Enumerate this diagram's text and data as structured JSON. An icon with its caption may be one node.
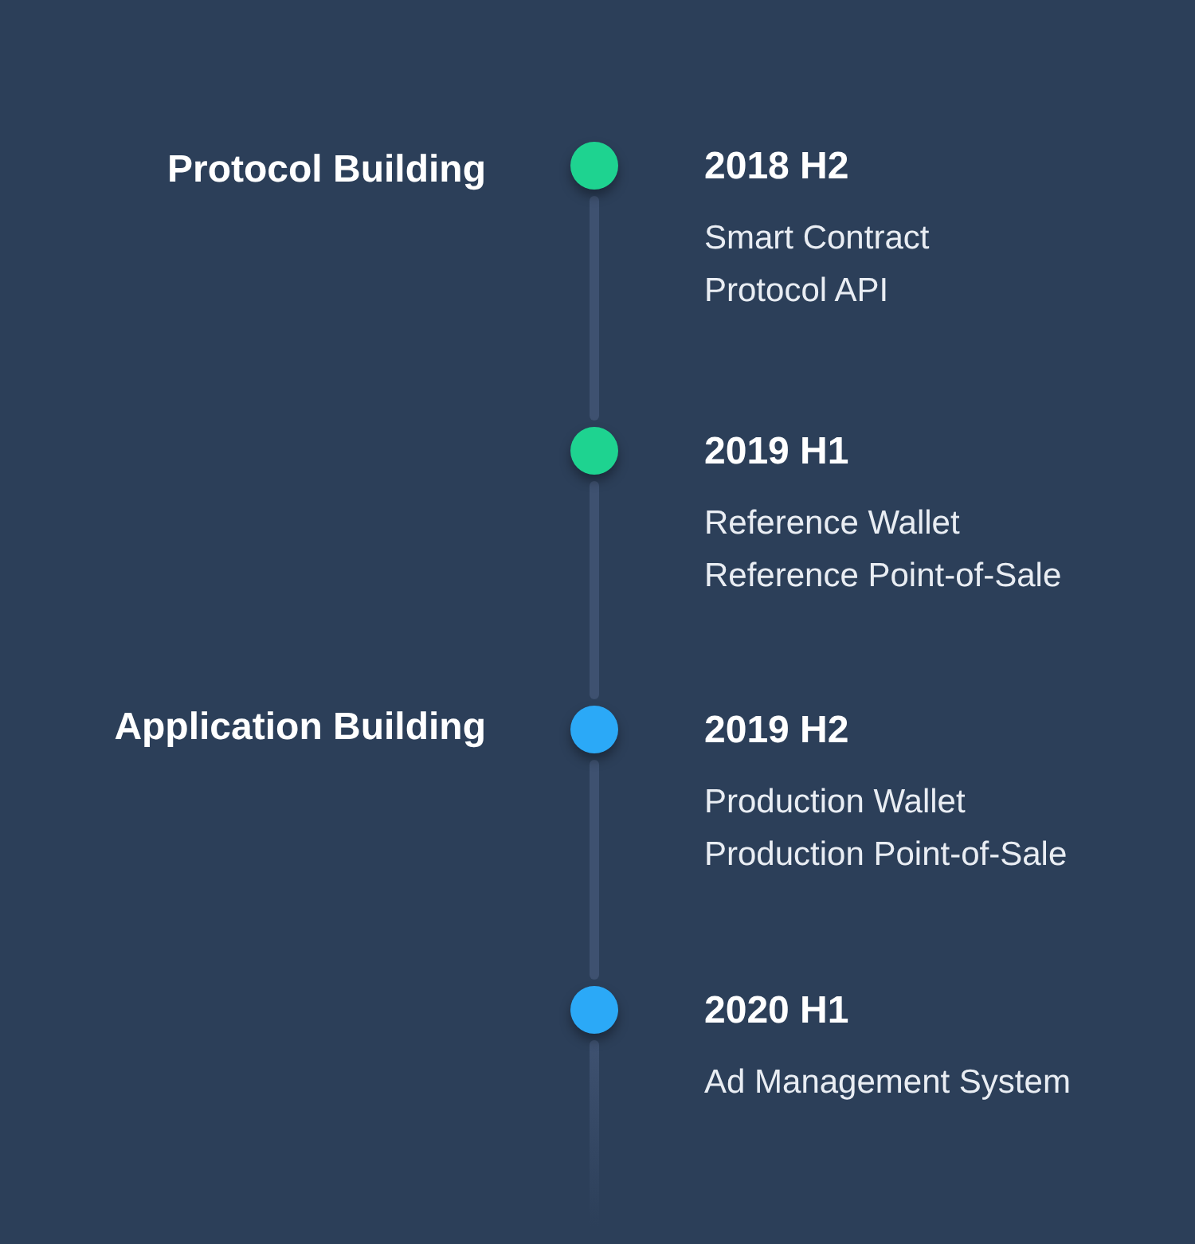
{
  "diagram": {
    "nodes": [
      {
        "text": [],
        "shape": "circle",
        "beside": [
          "2018 H2",
          "Smart Contract",
          "Protocol API"
        ]
      },
      {
        "text": [],
        "shape": "circle",
        "beside": [
          "2019 H1",
          "Reference Wallet",
          "Reference Point-of-Sale"
        ]
      },
      {
        "text": [],
        "shape": "circle",
        "beside": [
          "2019 H2",
          "Production Wallet",
          "Production Point-of-Sale"
        ]
      },
      {
        "text": [],
        "shape": "circle",
        "beside": [
          "2020 H1",
          "Ad Management System"
        ]
      }
    ],
    "edges": [
      {
        "from": 0,
        "to": 1,
        "arrow": "none"
      },
      {
        "from": 1,
        "to": 2,
        "arrow": "none"
      },
      {
        "from": 2,
        "to": 3,
        "arrow": "none"
      },
      {
        "from": 3,
        "to": null,
        "arrow": "none"
      }
    ],
    "labels": [
      "Protocol Building",
      "Application Building"
    ]
  }
}
